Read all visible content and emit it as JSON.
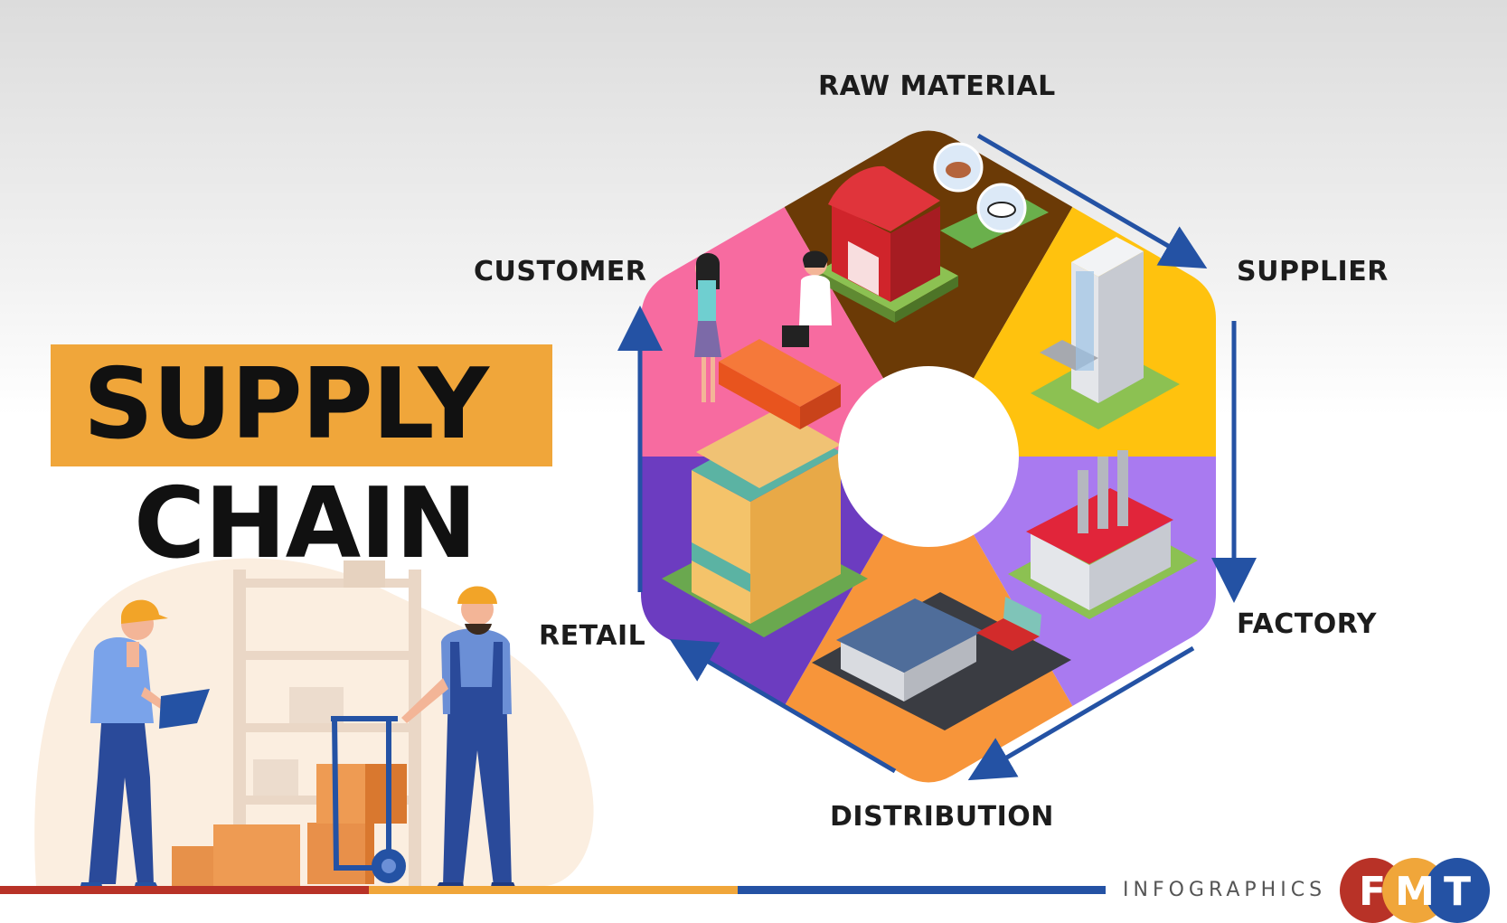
{
  "title": {
    "line1": "SUPPLY",
    "line2": "CHAIN"
  },
  "stages": [
    {
      "label": "RAW MATERIAL",
      "color": "#6b3a06"
    },
    {
      "label": "SUPPLIER",
      "color": "#ffc20e"
    },
    {
      "label": "FACTORY",
      "color": "#a97af0"
    },
    {
      "label": "DISTRIBUTION",
      "color": "#f7953a"
    },
    {
      "label": "RETAIL",
      "color": "#6c3cc0"
    },
    {
      "label": "CUSTOMER",
      "color": "#f76ba0"
    }
  ],
  "footer": {
    "text": "INFOGRAPHICS",
    "logo_letters": [
      "F",
      "M",
      "T"
    ],
    "logo_colors": [
      "#b83227",
      "#f0a63a",
      "#2452a4"
    ]
  },
  "colors": {
    "accent_orange": "#f0a63a",
    "arrow_blue": "#2452a4"
  }
}
